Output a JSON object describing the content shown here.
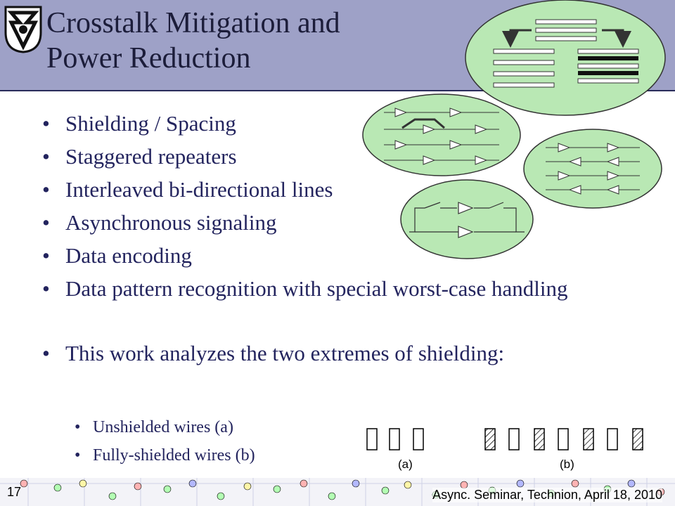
{
  "title": {
    "line1": "Crosstalk Mitigation and",
    "line2": "Power Reduction"
  },
  "bullets": [
    "Shielding / Spacing",
    "Staggered repeaters",
    "Interleaved bi-directional lines",
    "Asynchronous signaling",
    "Data encoding",
    "Data pattern recognition with special worst-case handling",
    "This work analyzes the two extremes of shielding:"
  ],
  "sub_bullets": [
    "Unshielded wires (a)",
    "Fully-shielded wires (b)"
  ],
  "figure_labels": {
    "a": "(a)",
    "b": "(b)"
  },
  "footer": {
    "slide_number": "17",
    "text": "Async. Seminar, Technion, April 18, 2010"
  },
  "colors": {
    "header_bg": "#9ea1c7",
    "text": "#23245e",
    "diagram_fill": "#b9e8b4"
  },
  "icons": {
    "logo": "technion-logo-icon"
  }
}
